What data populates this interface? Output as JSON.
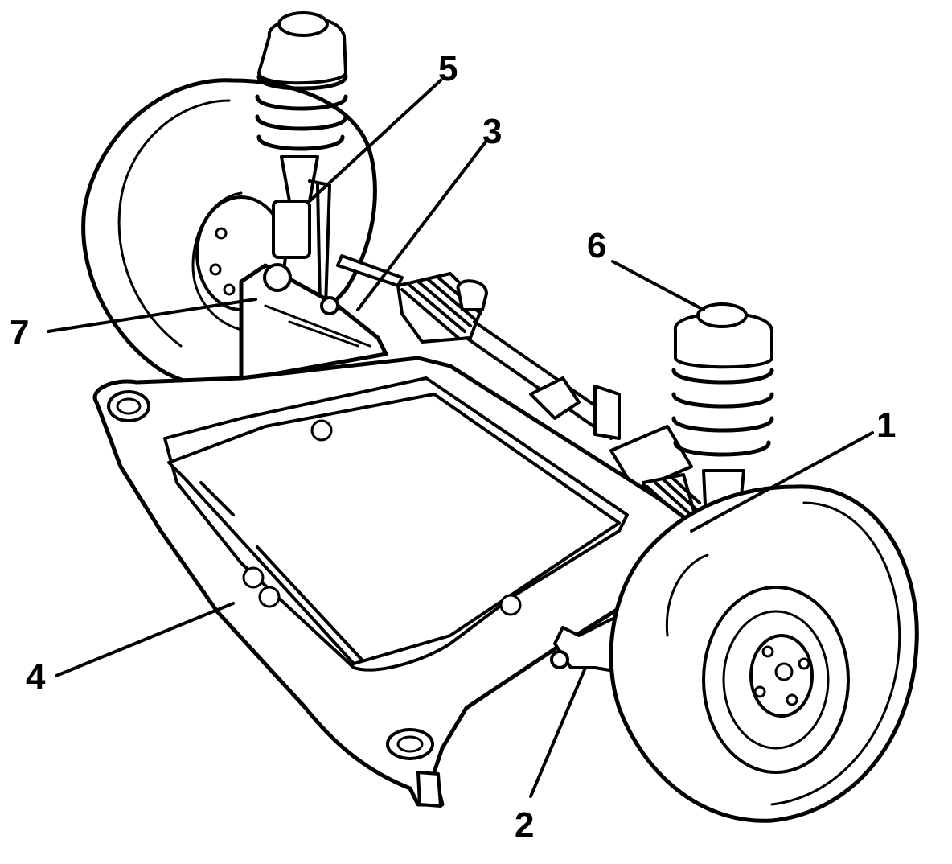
{
  "callouts": [
    {
      "id": "1",
      "label": "1"
    },
    {
      "id": "2",
      "label": "2"
    },
    {
      "id": "3",
      "label": "3"
    },
    {
      "id": "4",
      "label": "4"
    },
    {
      "id": "5",
      "label": "5"
    },
    {
      "id": "6",
      "label": "6"
    },
    {
      "id": "7",
      "label": "7"
    }
  ],
  "colors": {
    "ink": "#000000",
    "paper": "#ffffff"
  }
}
